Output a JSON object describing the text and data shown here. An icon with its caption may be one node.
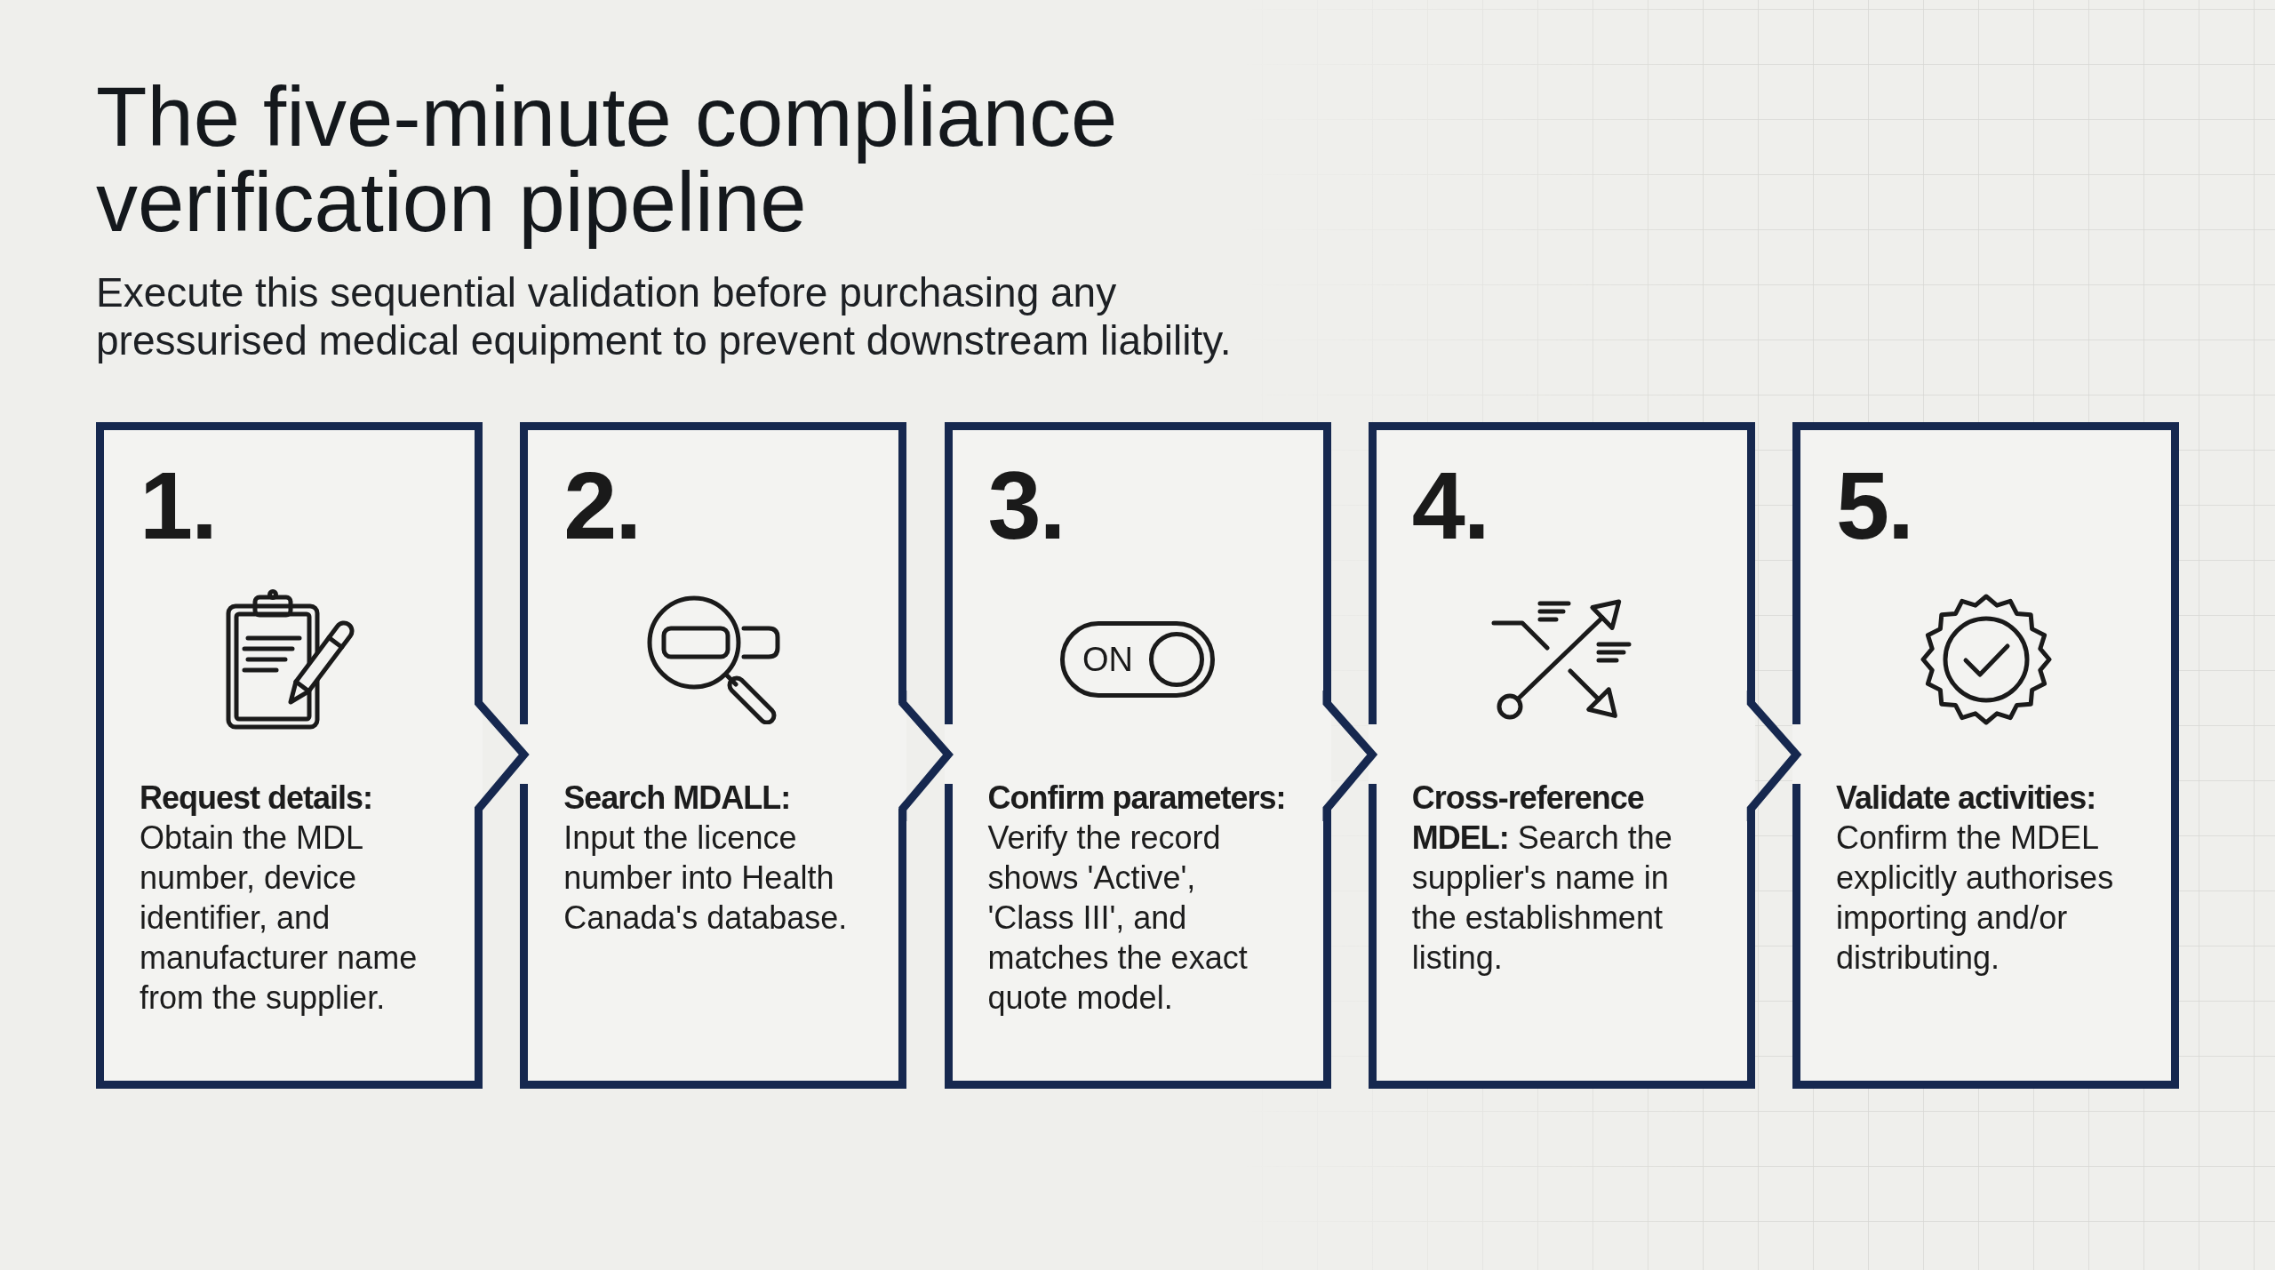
{
  "diagram": {
    "title": "The five-minute compliance verification pipeline",
    "caption": "Execute this sequential validation before purchasing any pressurised medical equipment to prevent downstream liability.",
    "nodes": [
      {
        "text": [
          "1.",
          "**Request details:** Obtain the MDL number, device identifier, and manufacturer name from the supplier."
        ]
      },
      {
        "text": [
          "2.",
          "**Search MDALL:** Input the licence number into Health Canada's database."
        ]
      },
      {
        "text": [
          "3.",
          "ON",
          "**Confirm parameters:** Verify the record shows 'Active', 'Class III', and matches the exact quote model."
        ]
      },
      {
        "text": [
          "4.",
          "**Cross-reference MDEL:** Search the supplier's name in the establishment listing."
        ]
      },
      {
        "text": [
          "5.",
          "**Validate activities:** Confirm the MDEL explicitly authorises importing and/or distributing."
        ]
      }
    ],
    "edges": [
      {
        "from": 0,
        "to": 1,
        "arrow": "to"
      },
      {
        "from": 1,
        "to": 2,
        "arrow": "to"
      },
      {
        "from": 2,
        "to": 3,
        "arrow": "to"
      },
      {
        "from": 3,
        "to": 4,
        "arrow": "to"
      }
    ]
  }
}
